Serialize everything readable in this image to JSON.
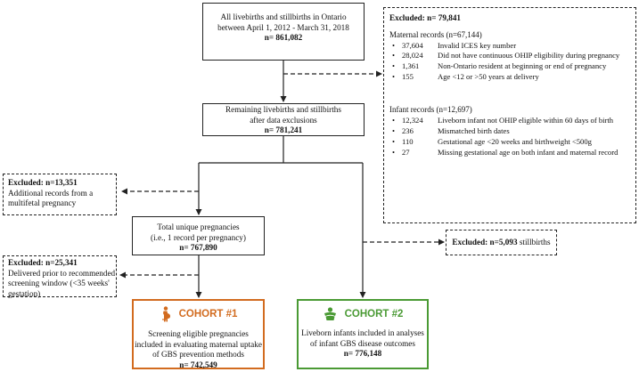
{
  "boxes": {
    "all_births": {
      "line1": "All livebirths and stillbirths in Ontario",
      "line2": "between April 1, 2012 - March 31, 2018",
      "count": "n= 861,082"
    },
    "excluded_main": {
      "title": "Excluded: n= 79,841",
      "maternal_header": "Maternal records (n=67,144)",
      "maternal_items": [
        {
          "bullet": "•",
          "num": "37,604",
          "desc": "Invalid ICES key number"
        },
        {
          "bullet": "•",
          "num": "28,024",
          "desc": "Did not have continuous OHIP eligibility during pregnancy"
        },
        {
          "bullet": "•",
          "num": "1,361",
          "desc": "Non-Ontario resident at beginning or end of pregnancy"
        },
        {
          "bullet": "•",
          "num": "155",
          "desc": "Age <12 or >50 years at delivery"
        }
      ],
      "infant_header": "Infant records (n=12,697)",
      "infant_items": [
        {
          "bullet": "•",
          "num": "12,324",
          "desc": "Liveborn infant not OHIP eligible within 60 days of birth"
        },
        {
          "bullet": "•",
          "num": "236",
          "desc": "Mismatched birth dates"
        },
        {
          "bullet": "•",
          "num": "110",
          "desc": "Gestational age <20 weeks and birthweight <500g"
        },
        {
          "bullet": "•",
          "num": "27",
          "desc": "Missing gestational age on both infant and maternal record"
        }
      ]
    },
    "remaining": {
      "line1": "Remaining livebirths and stillbirths",
      "line2": "after data exclusions",
      "count": "n= 781,241"
    },
    "excluded_multifetal": {
      "title": "Excluded: n=13,351",
      "line1": "Additional records from a",
      "line2": "multifetal pregnancy"
    },
    "unique_pregnancies": {
      "line1": "Total unique pregnancies",
      "line2": "(i.e., 1 record per pregnancy)",
      "count": "n= 767,890"
    },
    "excluded_stillbirths": {
      "title": "Excluded: n=5,093",
      "text": " stillbirths"
    },
    "excluded_preterm": {
      "title": "Excluded: n=25,341",
      "line1": "Delivered prior to recommended",
      "line2": "screening window (<35 weeks'",
      "line3": "gestation)"
    },
    "cohort1": {
      "label": "COHORT #1",
      "line1": "Screening eligible pregnancies",
      "line2": "included in evaluating maternal uptake",
      "line3": "of GBS prevention methods",
      "count": "n= 742,549",
      "icon": "pregnant-woman-icon",
      "color": "#d26b1f"
    },
    "cohort2": {
      "label": "COHORT #2",
      "line1": "Liveborn infants included in analyses",
      "line2": "of infant GBS disease outcomes",
      "count": "n= 776,148",
      "icon": "infant-icon",
      "color": "#4a9a34"
    }
  }
}
